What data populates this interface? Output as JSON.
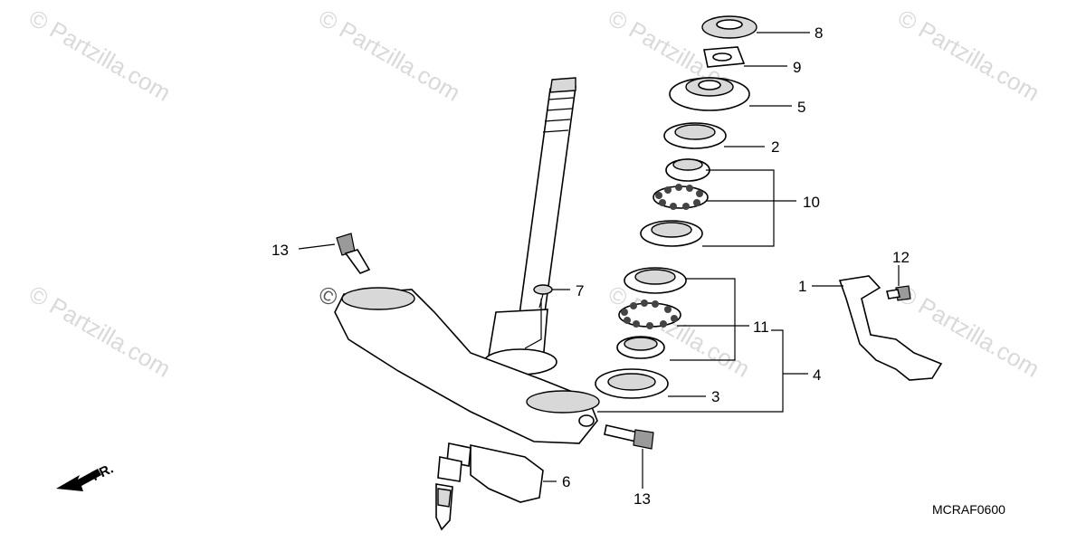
{
  "watermark": {
    "text": "© Partzilla.com",
    "center_text": "© Partzilla.com"
  },
  "diagram_code": "MCRAF0600",
  "direction_label": "FR.",
  "callouts": {
    "c1": "1",
    "c2": "2",
    "c3": "3",
    "c4": "4",
    "c5": "5",
    "c6": "6",
    "c7": "7",
    "c8": "8",
    "c9": "9",
    "c10": "10",
    "c11": "11",
    "c12": "12",
    "c13_left": "13",
    "c13_bottom": "13"
  }
}
